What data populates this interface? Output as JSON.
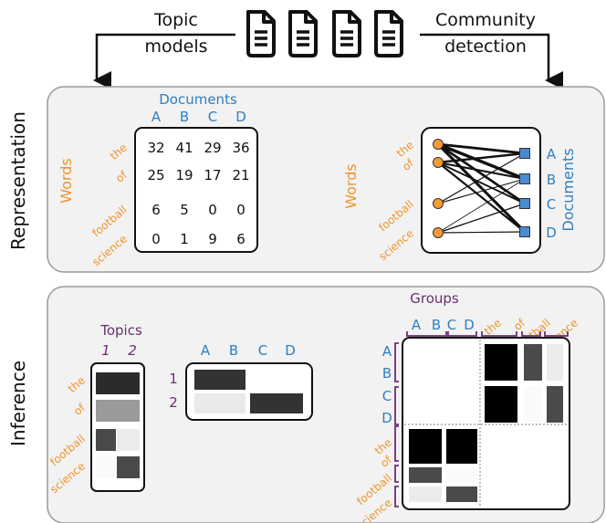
{
  "colors": {
    "orange": "#f0932b",
    "blue": "#2f7fc1",
    "purple": "#6b2d73",
    "panel_fill": "#f2f2f2",
    "panel_stroke": "#9a9a9a",
    "node_orange": "#f59a35",
    "node_blue": "#4a8ad0"
  },
  "top": {
    "left_label_line1": "Topic",
    "left_label_line2": "models",
    "right_label_line1": "Community",
    "right_label_line2": "detection",
    "icon": "document-icon"
  },
  "representation": {
    "side_label": "Representation",
    "matrix": {
      "documents_label": "Documents",
      "columns": [
        "A",
        "B",
        "C",
        "D"
      ],
      "rows": [
        "the",
        "of",
        "football",
        "science"
      ],
      "words_label": "Words",
      "values": [
        [
          "32",
          "41",
          "29",
          "36"
        ],
        [
          "25",
          "19",
          "17",
          "21"
        ],
        [
          "6",
          "5",
          "0",
          "0"
        ],
        [
          "0",
          "1",
          "9",
          "6"
        ]
      ]
    },
    "network": {
      "words_label": "Words",
      "documents_label": "Documents",
      "word_nodes": [
        "the",
        "of",
        "football",
        "science"
      ],
      "doc_nodes": [
        "A",
        "B",
        "C",
        "D"
      ]
    }
  },
  "inference": {
    "side_label": "Inference",
    "topics": {
      "label": "Topics",
      "columns": [
        "1",
        "2"
      ],
      "rows": [
        "the",
        "of",
        "football",
        "science"
      ]
    },
    "doc_topic": {
      "columns": [
        "A",
        "B",
        "C",
        "D"
      ],
      "rows": [
        "1",
        "2"
      ]
    },
    "groups": {
      "label": "Groups",
      "col_labels": [
        "A",
        "B",
        "C",
        "D",
        "the",
        "of",
        "football",
        "science"
      ],
      "row_labels": [
        "A",
        "B",
        "C",
        "D",
        "the",
        "of",
        "football",
        "science"
      ]
    }
  }
}
